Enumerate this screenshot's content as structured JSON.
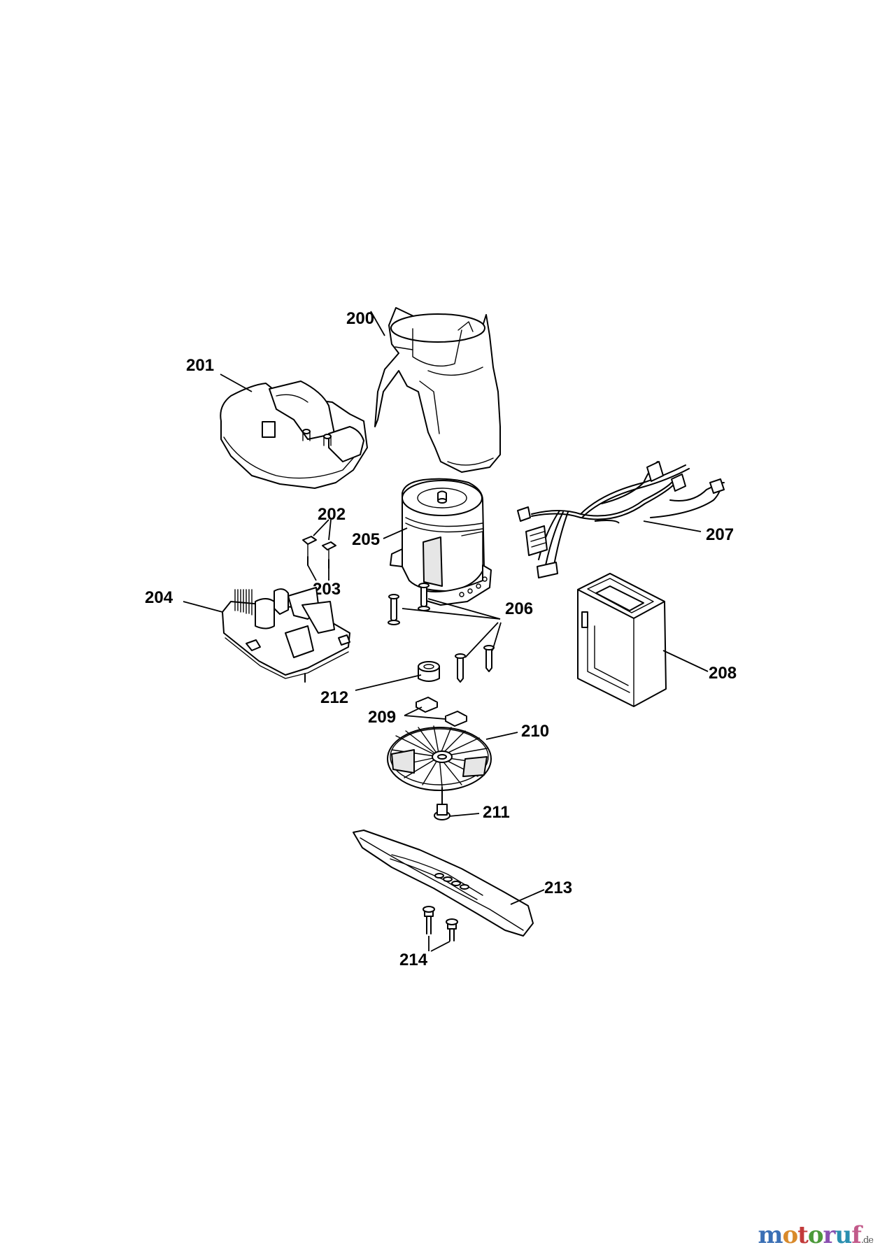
{
  "labels": {
    "p200": "200",
    "p201": "201",
    "p202": "202",
    "p203": "203",
    "p204": "204",
    "p205": "205",
    "p206": "206",
    "p207": "207",
    "p208": "208",
    "p209": "209",
    "p210": "210",
    "p211": "211",
    "p212": "212",
    "p213": "213",
    "p214": "214"
  },
  "watermark": {
    "letters": [
      "m",
      "o",
      "t",
      "o",
      "r",
      "u",
      "f"
    ],
    "colors": [
      "#3a6fb5",
      "#d98a2b",
      "#c23a3a",
      "#4c9a3a",
      "#8a4fb0",
      "#2a8fb0",
      "#c25a8a"
    ],
    "suffix": ".de"
  }
}
